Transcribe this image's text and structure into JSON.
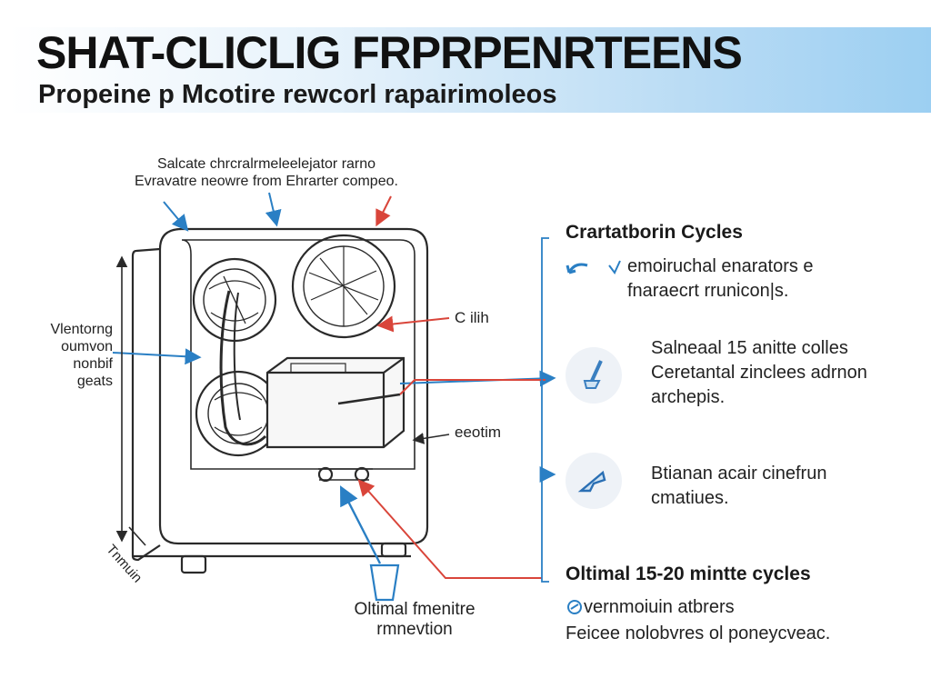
{
  "header": {
    "title": "SHAT-CLICLIG FRPRPENRTEENS",
    "subtitle": "Propeine p Mcotire rewcorl rapairimoleos"
  },
  "diagram": {
    "top_label_lines": [
      "Salcate chrcralrmeleelejator rarno",
      "Evravatre neowre from Ehrarter compeo."
    ],
    "left_label_lines": [
      "Vlentorng",
      "oumvon",
      "nonbif",
      "geats"
    ],
    "small_left_label": "Tnmuin",
    "label_right_upper": "C ilih",
    "label_right_lower": "eeotim",
    "bottom_label_lines": [
      "Oltimal fmenitre",
      "rmnevtion"
    ]
  },
  "panel": {
    "heading": "Crartatborin Cycles",
    "item1_lines": [
      "emoiruchal enarators e",
      "fnaraecrt rrunicon|s."
    ],
    "item2_lines": [
      "Salneaal 15 anitte colles",
      "Ceretantal zinclees adrnon",
      "archepis."
    ],
    "item3_lines": [
      "Btianan acair cinefrun",
      "cmatiues."
    ],
    "heading2": "Oltimal 15-20 mintte cycles",
    "item4_lines": [
      "vernmoiuin atbrers",
      "Feicee nolobvres ol poneycveac."
    ]
  },
  "colors": {
    "arrow_blue": "#2a7fc4",
    "arrow_red": "#d9453a",
    "banner_blue": "#9ccff2",
    "line_dark": "#2a2a2a"
  },
  "icons": [
    "return-arrow-icon",
    "checkmark-icon",
    "wrench-icon",
    "arrow-shape-icon",
    "refresh-icon"
  ]
}
